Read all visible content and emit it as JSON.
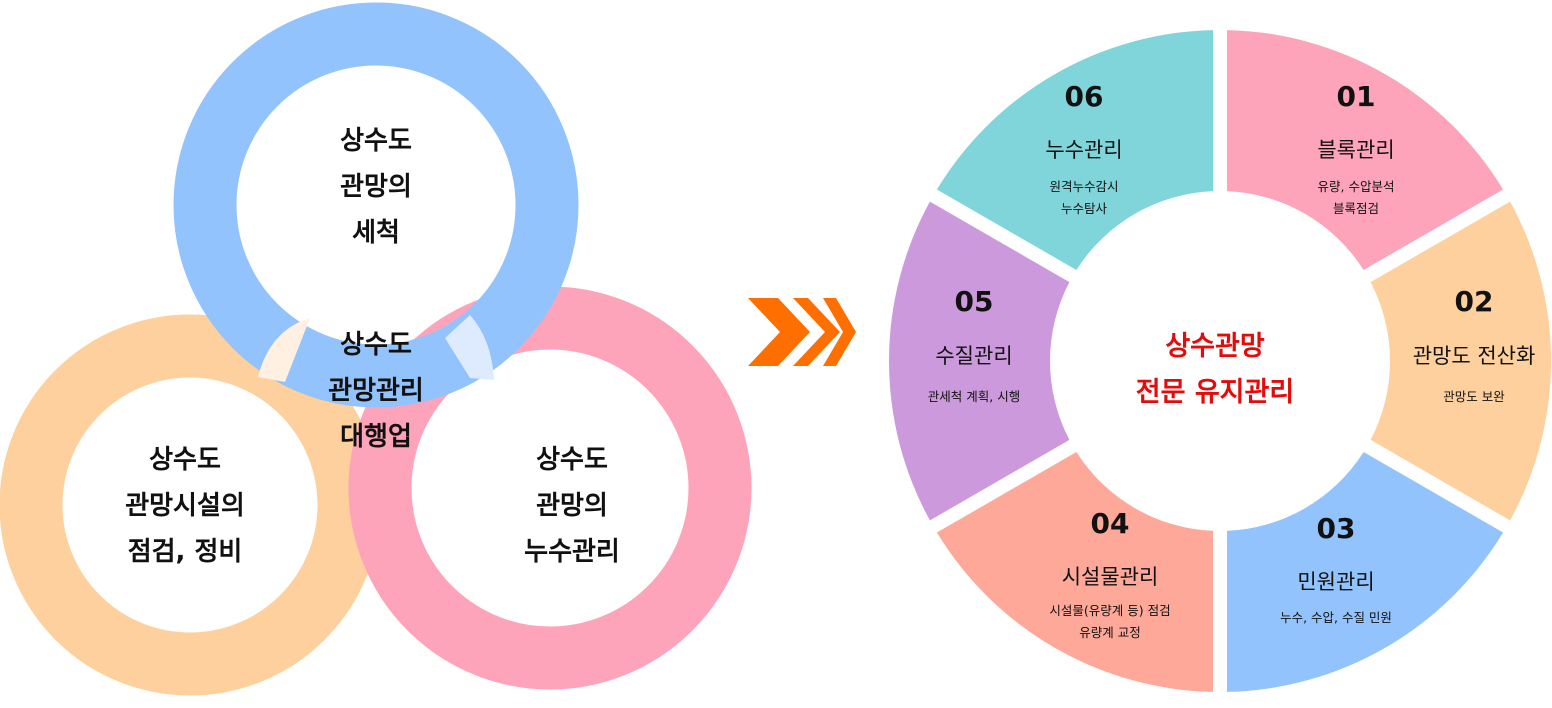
{
  "colors": {
    "ring_top": "#93c3fd",
    "ring_left": "#fdd09d",
    "ring_right": "#fea4ba",
    "arrow": "#fe6f00",
    "center_text": "#e30c0c",
    "seg_01": "#fea4ba",
    "seg_02": "#fdd09d",
    "seg_03": "#93c3fd",
    "seg_04": "#fda899",
    "seg_05": "#cb99dc",
    "seg_06": "#7fd5d9"
  },
  "left_diagram": {
    "ring_top_label": "상수도\n관망의\n세척",
    "ring_left_label": "상수도\n관망시설의\n점검, 정비",
    "ring_right_label": "상수도\n관망의\n누수관리",
    "center_label": "상수도\n관망관리\n대행업"
  },
  "arrow_icon": "triple-chevron-right-icon",
  "right_diagram": {
    "center_label": "상수관망\n전문 유지관리",
    "segments": [
      {
        "number": "01",
        "title": "블록관리",
        "desc": "유량, 수압분석\n블록점검"
      },
      {
        "number": "02",
        "title": "관망도 전산화",
        "desc": "관망도 보완"
      },
      {
        "number": "03",
        "title": "민원관리",
        "desc": "누수, 수압, 수질 민원"
      },
      {
        "number": "04",
        "title": "시설물관리",
        "desc": "시설물(유량계 등) 점검\n유량계 교정"
      },
      {
        "number": "05",
        "title": "수질관리",
        "desc": "관세척 계획, 시행"
      },
      {
        "number": "06",
        "title": "누수관리",
        "desc": "원격누수감시\n누수탐사"
      }
    ]
  }
}
